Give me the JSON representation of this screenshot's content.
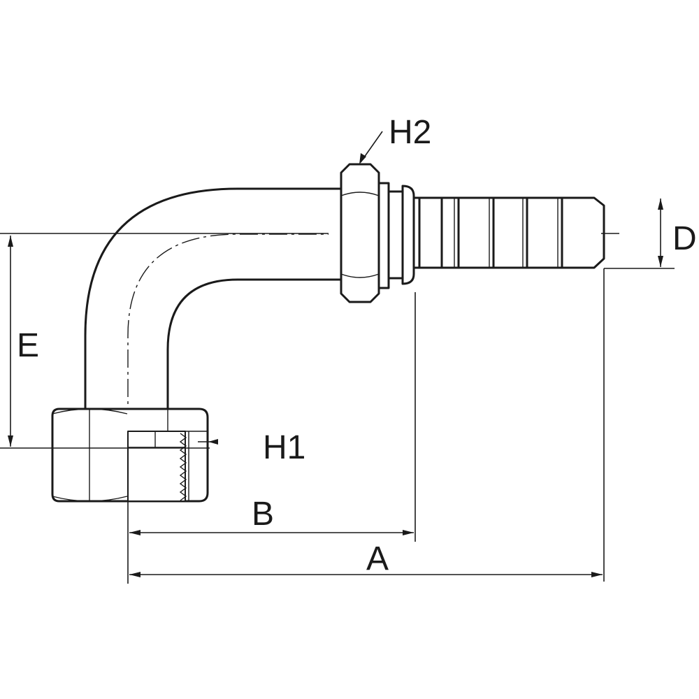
{
  "labels": {
    "h2": "H2",
    "d": "D",
    "e": "E",
    "h1": "H1",
    "b": "B",
    "a": "A"
  },
  "colors": {
    "line": "#1a1a1a",
    "background": "#ffffff"
  }
}
